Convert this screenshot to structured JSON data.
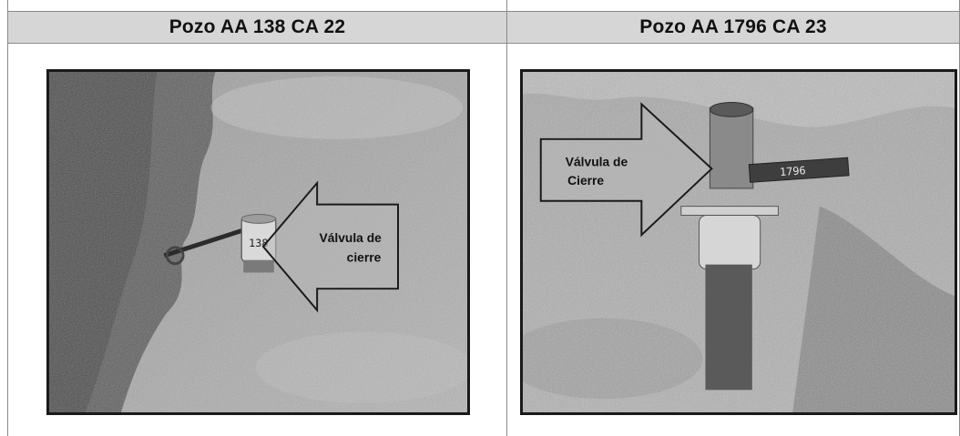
{
  "panels": [
    {
      "header": "Pozo AA 138 CA 22",
      "callout": [
        "Válvula de",
        "cierre"
      ],
      "tag": "138"
    },
    {
      "header": "Pozo AA 1796 CA 23",
      "callout": [
        "Válvula de",
        "Cierre"
      ],
      "tag": "1796"
    }
  ]
}
